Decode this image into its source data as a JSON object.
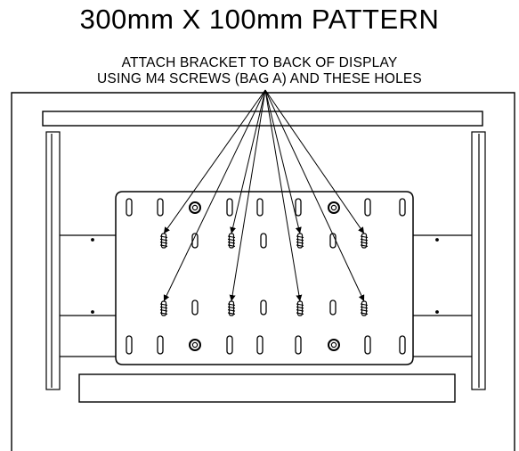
{
  "title": "300mm X 100mm PATTERN",
  "instructions": {
    "line1": "ATTACH BRACKET TO BACK OF DISPLAY",
    "line2": "USING M4 SCREWS (BAG A) AND THESE HOLES"
  },
  "icons": {
    "screw_holes": "screw-icon",
    "leader_arrows": "arrow-icon"
  },
  "colors": {
    "line": "#000000",
    "background": "#ffffff"
  }
}
